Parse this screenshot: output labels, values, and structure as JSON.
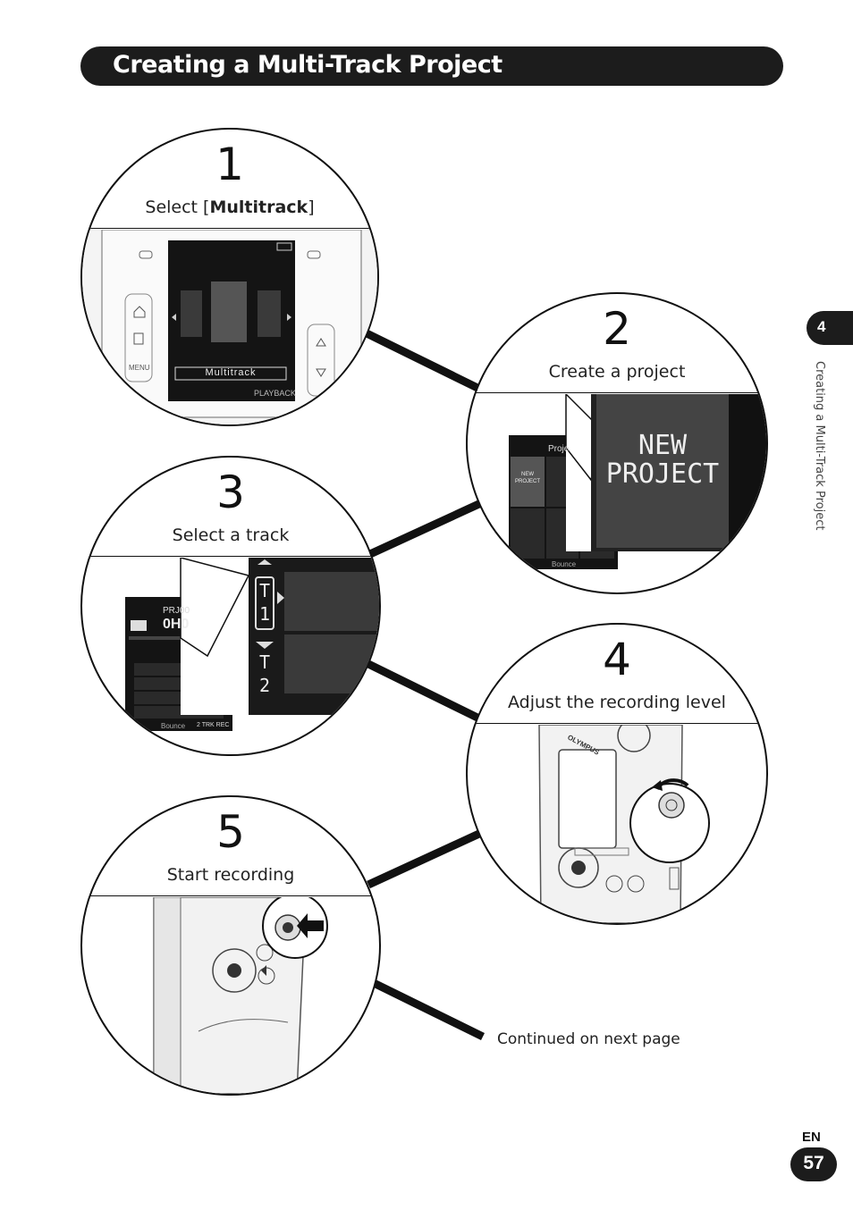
{
  "header": {
    "title": "Creating a Multi-Track Project"
  },
  "steps": [
    {
      "number": "1",
      "caption_pre": "Select [",
      "caption_bold": "Multitrack",
      "caption_post": "]",
      "screen": {
        "menu_label": "Multitrack",
        "softkey": "PLAYBACK",
        "side_key": "MENU"
      }
    },
    {
      "number": "2",
      "caption": "Create a project",
      "screen": {
        "zoom_text_line1": "NEW",
        "zoom_text_line2": "PROJECT",
        "small_label_line1": "NEW",
        "small_label_line2": "PROJECT",
        "header_text": "Proje",
        "softkey": "Bounce"
      }
    },
    {
      "number": "3",
      "caption": "Select a track",
      "screen": {
        "track_1": "T1",
        "track_2": "T2",
        "header_text": "PRJ00",
        "counter": "0H0",
        "softkey_1": "Bounce",
        "softkey_2": "2 TRK REC"
      }
    },
    {
      "number": "4",
      "caption": "Adjust the recording level",
      "device": {
        "brand": "OLYMPUS"
      }
    },
    {
      "number": "5",
      "caption": "Start recording"
    }
  ],
  "footer": {
    "continued": "Continued on next page",
    "language": "EN",
    "page_number": "57"
  },
  "sidebar": {
    "chapter_number": "4",
    "chapter_title": "Creating a Multi-Track Project"
  },
  "colors": {
    "ink": "#1c1c1c",
    "screen": "#141414",
    "screen_cell": "#2a2a2a"
  }
}
